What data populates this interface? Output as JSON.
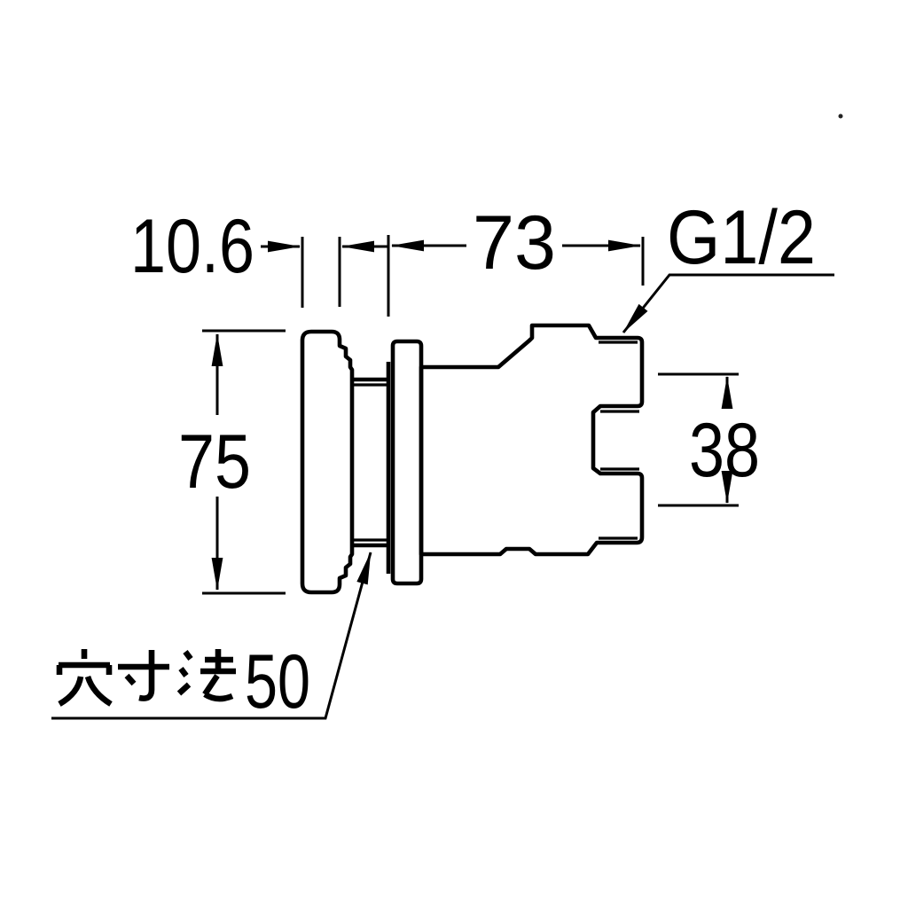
{
  "page": {
    "background": "#ffffff",
    "line_color": "#000000",
    "description_visible_text_only": "technical dimension drawing"
  },
  "drawing": {
    "dimensions": {
      "flange_thickness": "10.6",
      "depth": "73",
      "thread_spec": "G1/2",
      "flange_height": "75",
      "port_spacing": "38",
      "hole_label_full": "穴寸法50",
      "hole_label_kanji": "穴寸法",
      "hole_label_value": "50"
    }
  }
}
